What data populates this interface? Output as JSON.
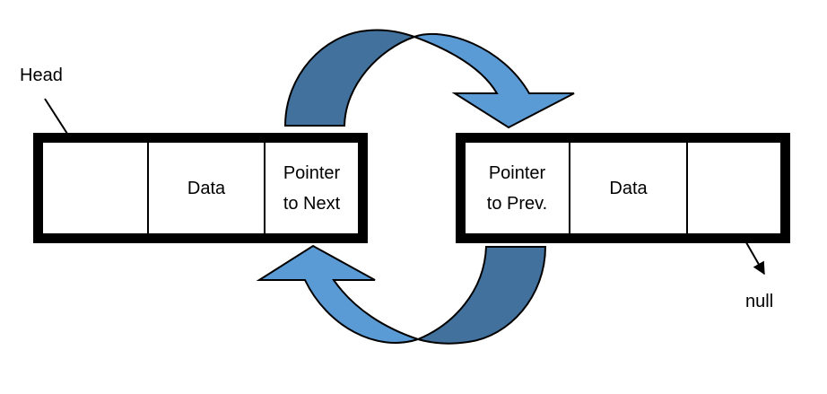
{
  "labels": {
    "head": "Head",
    "null": "null"
  },
  "nodes": [
    {
      "cells": [
        "",
        "Data",
        "Pointer\nto Next"
      ]
    },
    {
      "cells": [
        "Pointer\nto Prev.",
        "Data",
        ""
      ]
    }
  ],
  "colors": {
    "arrow_light": "#5b9bd5",
    "arrow_dark": "#41719c",
    "outline": "#000000"
  }
}
